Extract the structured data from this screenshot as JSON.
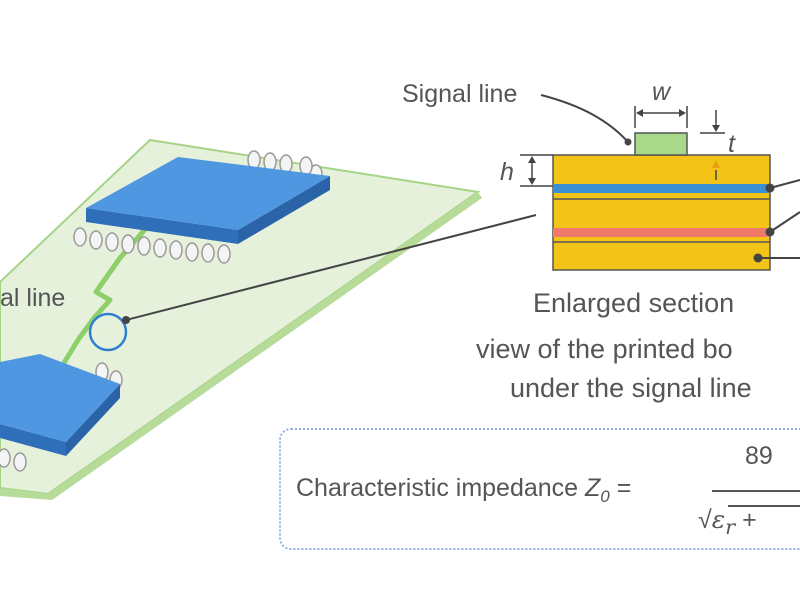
{
  "labels": {
    "signal_line_left": "al line",
    "signal_line_top": "Signal line",
    "w": "w",
    "t": "t",
    "h": "h",
    "caption_line1": "Enlarged section",
    "caption_line2": "view of the printed bo",
    "caption_line3": "under the signal line"
  },
  "formula": {
    "prefix": "Characteristic impedance ",
    "z": "Z",
    "sub": "0",
    "equals": " =",
    "numerator": "89",
    "den_sqrt": "√",
    "den_eps": "ε",
    "den_eps_sub": "r",
    "den_rest": " + "
  },
  "colors": {
    "board": "#e6f1dc",
    "board_edge": "#9fce79",
    "chip": "#3b87d6",
    "chip_top": "#4f97e0",
    "copper_gold": "#f3c318",
    "blue_layer": "#3c8fd0",
    "red_layer": "#ef7a6c",
    "trace": "#8fcf6a",
    "line": "#444444"
  }
}
